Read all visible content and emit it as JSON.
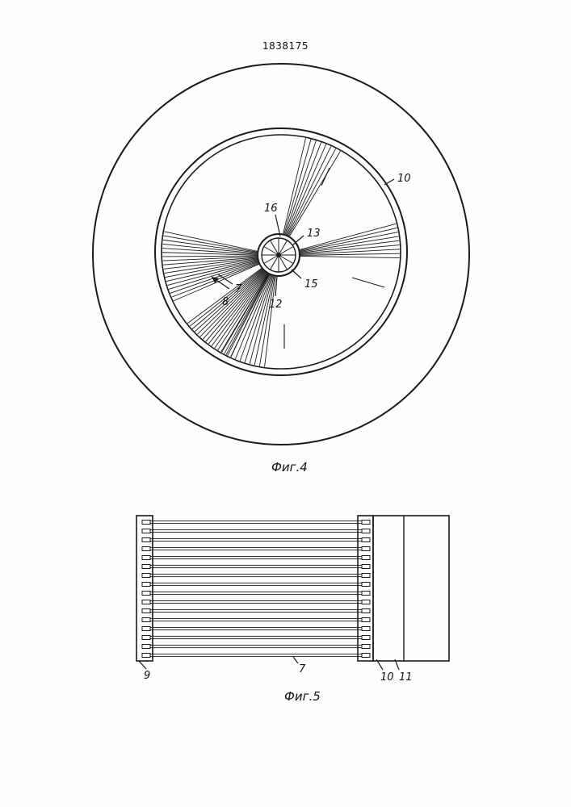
{
  "header": {
    "patent_number": "1838175"
  },
  "figure4": {
    "caption": "Фиг.4",
    "labels": {
      "l10": "10",
      "l16": "16",
      "l13": "13",
      "l15": "15",
      "l12": "12",
      "l7": "7",
      "l8": "8"
    }
  },
  "figure5": {
    "caption": "Фиг.5",
    "labels": {
      "l9": "9",
      "l7": "7",
      "l10": "10",
      "l11": "11"
    },
    "tube_count": 16
  }
}
